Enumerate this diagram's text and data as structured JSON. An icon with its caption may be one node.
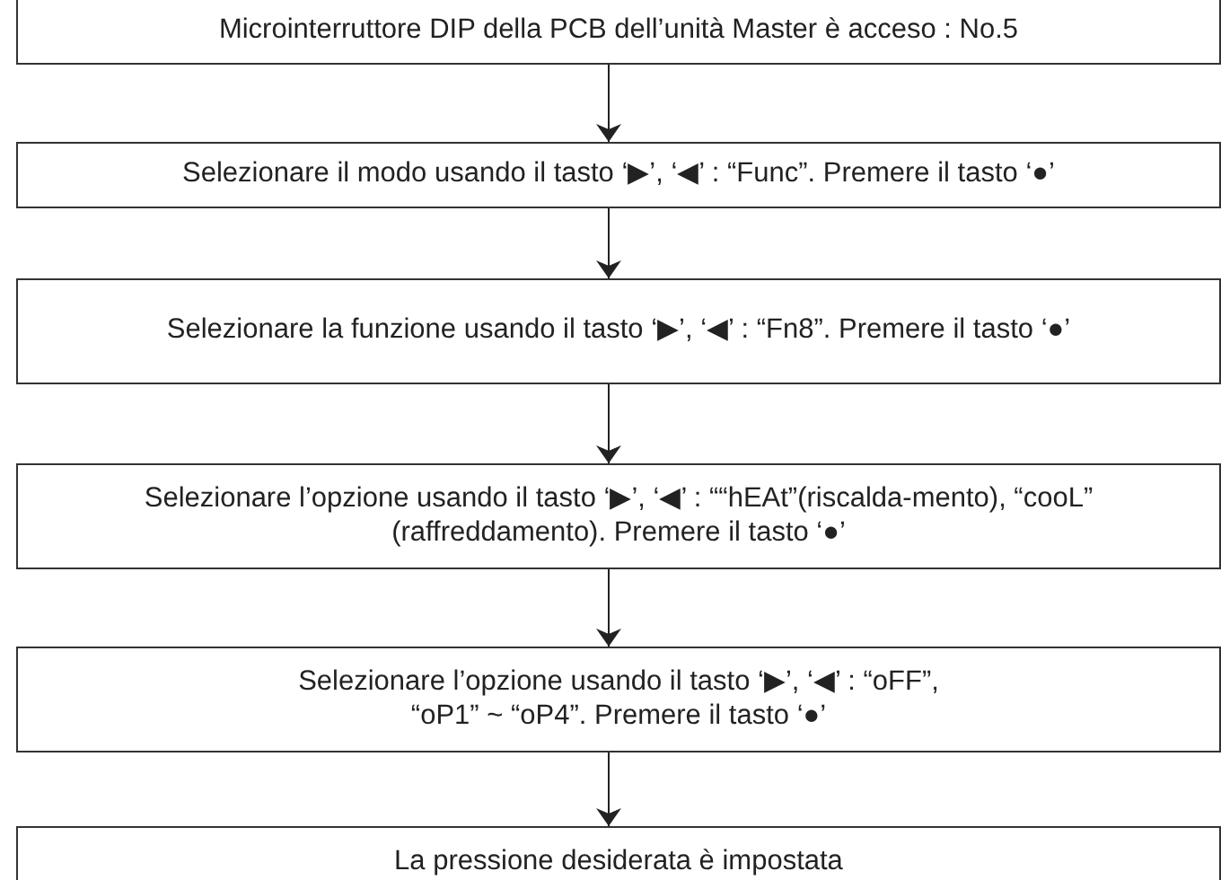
{
  "diagram": {
    "nodes": [
      {
        "text": [
          "Microinterruttore DIP della PCB dell’unità Master è acceso : No.5"
        ]
      },
      {
        "text": [
          "Selezionare il modo usando il tasto ‘▶’, ‘◀’ : “Func”. Premere il tasto ‘●’"
        ]
      },
      {
        "text": [
          "Selezionare la funzione usando il tasto ‘▶’, ‘◀’ : “Fn8”. Premere il tasto ‘●’"
        ]
      },
      {
        "text": [
          "Selezionare l’opzione usando il tasto ‘▶’, ‘◀’ : ““hEAt”(riscalda-mento), “cooL” (raffreddamento). Premere il tasto ‘●’"
        ]
      },
      {
        "text": [
          "Selezionare l’opzione usando il tasto ‘▶’, ‘◀’ : “oFF”, “oP1” ~ “oP4”. Premere il tasto ‘●’"
        ]
      },
      {
        "text": [
          "La pressione desiderata è impostata"
        ]
      }
    ],
    "edges": [
      {
        "from": 0,
        "to": 1,
        "arrow": "to"
      },
      {
        "from": 1,
        "to": 2,
        "arrow": "to"
      },
      {
        "from": 2,
        "to": 3,
        "arrow": "to"
      },
      {
        "from": 3,
        "to": 4,
        "arrow": "to"
      },
      {
        "from": 4,
        "to": 5,
        "arrow": "to"
      }
    ]
  }
}
